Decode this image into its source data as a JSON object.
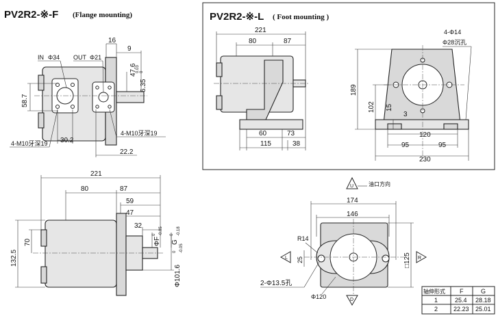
{
  "flange_view": {
    "title_code": "PV2R2-※-F",
    "title_note": "(Flange mounting)",
    "in_label": "IN",
    "in_port": "Φ34",
    "out_label": "OUT",
    "out_port": "Φ21",
    "dim_16": "16",
    "dim_9": "9",
    "dim_47_6": "47.6",
    "dim_6_35": "6.35",
    "dim_6_35_tol": "0.03",
    "dim_6_35_tol2": "0",
    "dim_58_7": "58.7",
    "dim_30_2": "30.2",
    "dim_22_2": "22.2",
    "thread_left": "4-M10牙深19",
    "thread_right": "4-M10牙深19"
  },
  "foot_view": {
    "title_code": "PV2R2-※-L",
    "title_note": "( Foot mounting )",
    "dim_221": "221",
    "dim_80": "80",
    "dim_87": "87",
    "dim_189": "189",
    "dim_102": "102",
    "dim_15": "15",
    "dim_3": "3",
    "dim_60": "60",
    "dim_73": "73",
    "dim_115": "115",
    "dim_38": "38",
    "dim_120": "120",
    "dim_95_left": "95",
    "dim_95_right": "95",
    "dim_230": "230",
    "hole_note": "4-Φ14",
    "counterbore_note": "Φ28沉孔"
  },
  "bottom_side_view": {
    "dim_221": "221",
    "dim_80": "80",
    "dim_87": "87",
    "dim_59": "59",
    "dim_47": "47",
    "dim_32": "32",
    "dim_132_5": "132.5",
    "dim_70": "70",
    "dim_phi_f": "ΦF",
    "dim_phi_f_tol": "-0.05",
    "dim_g": "G",
    "dim_g_tol": "-0.18",
    "dim_101_6": "Φ101.6",
    "dim_101_6_tol": "-0.05",
    "zero": "0"
  },
  "bottom_front_view": {
    "oil_direction": "油口方向",
    "arrow_letter_top": "U",
    "arrow_letter_bottom": "D",
    "arrow_letter_left": "L",
    "arrow_letter_right": "R",
    "dim_174": "174",
    "dim_146": "146",
    "dim_r14": "R14",
    "dim_25": "25",
    "dim_125": "□125",
    "dim_120": "Φ120",
    "hole_note": "2-Φ13.5孔"
  },
  "shaft_table": {
    "headers": [
      "轴伸形式",
      "F",
      "G"
    ],
    "rows": [
      [
        "1",
        "25.4",
        "28.18"
      ],
      [
        "2",
        "22.23",
        "25.01"
      ]
    ]
  }
}
